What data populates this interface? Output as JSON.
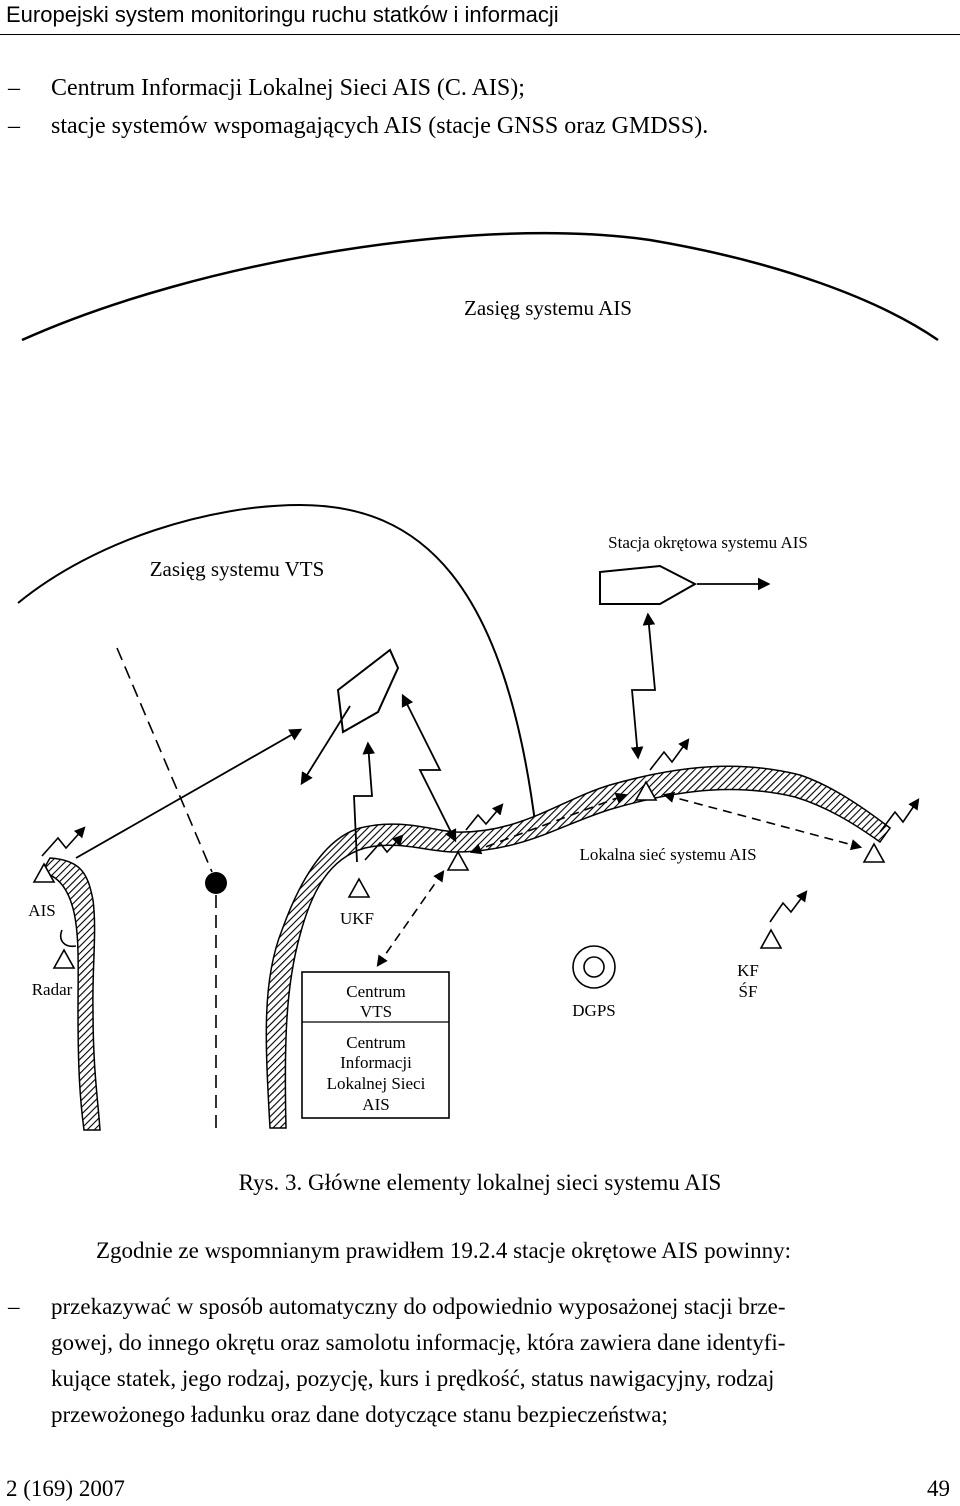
{
  "header": {
    "title": "Europejski system monitoringu ruchu statków i informacji"
  },
  "top_list": [
    "Centrum Informacji Lokalnej Sieci AIS (C. AIS);",
    "stacje systemów wspomagających AIS (stacje GNSS oraz GMDSS)."
  ],
  "figure": {
    "ais_range": "Zasięg systemu AIS",
    "vts_range": "Zasięg systemu VTS",
    "ship_station": "Stacja okrętowa systemu AIS",
    "local_network": "Lokalna sieć systemu AIS",
    "ais": "AIS",
    "ukf": "UKF",
    "radar": "Radar",
    "vts_center_1": "Centrum",
    "vts_center_2": "VTS",
    "info_center_1": "Centrum",
    "info_center_2": "Informacji",
    "info_center_3": "Lokalnej Sieci",
    "info_center_4": "AIS",
    "dgps": "DGPS",
    "kf": "KF",
    "sf": "ŚF"
  },
  "caption": "Rys. 3. Główne elementy lokalnej sieci systemu AIS",
  "paragraph": "Zgodnie ze wspomnianym prawidłem 19.2.4 stacje okrętowe AIS powinny:",
  "list_item": [
    "przekazywać w sposób automatyczny do odpowiednio wyposażonej stacji brze-",
    "gowej, do innego okrętu oraz samolotu informację, która zawiera dane identyfi-",
    "kujące statek, jego rodzaj, pozycję, kurs i prędkość, status nawigacyjny, rodzaj",
    "przewożonego ładunku oraz dane dotyczące stanu bezpieczeństwa;"
  ],
  "dash": "–",
  "footer": {
    "left": "2 (169) 2007",
    "right": "49"
  }
}
